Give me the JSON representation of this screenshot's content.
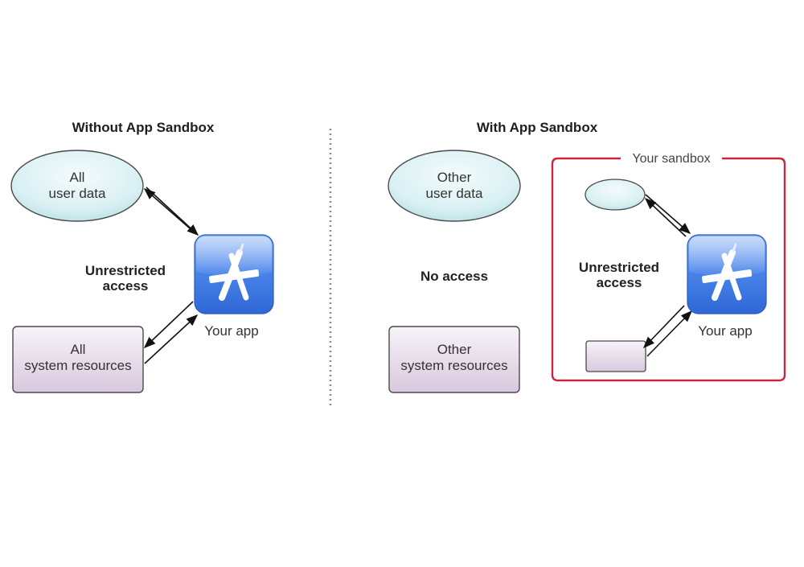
{
  "panels": {
    "without": {
      "title": "Without App Sandbox",
      "user_data": {
        "line1": "All",
        "line2": "user data"
      },
      "system_resources": {
        "line1": "All",
        "line2": "system resources"
      },
      "access_label": {
        "line1": "Unrestricted",
        "line2": "access"
      },
      "app_label": "Your app"
    },
    "with": {
      "title": "With App Sandbox",
      "user_data": {
        "line1": "Other",
        "line2": "user data"
      },
      "system_resources": {
        "line1": "Other",
        "line2": "system resources"
      },
      "no_access_label": "No access",
      "sandbox": {
        "label": "Your sandbox",
        "access_label": {
          "line1": "Unrestricted",
          "line2": "access"
        },
        "app_label": "Your app"
      }
    }
  },
  "icons": {
    "app": "app-store-icon"
  },
  "colors": {
    "sandbox_border": "#c8283c",
    "ellipse_fill": "#dff2f4",
    "rect_fill": "#e7dcea",
    "app_blue": "#3f79e6"
  }
}
